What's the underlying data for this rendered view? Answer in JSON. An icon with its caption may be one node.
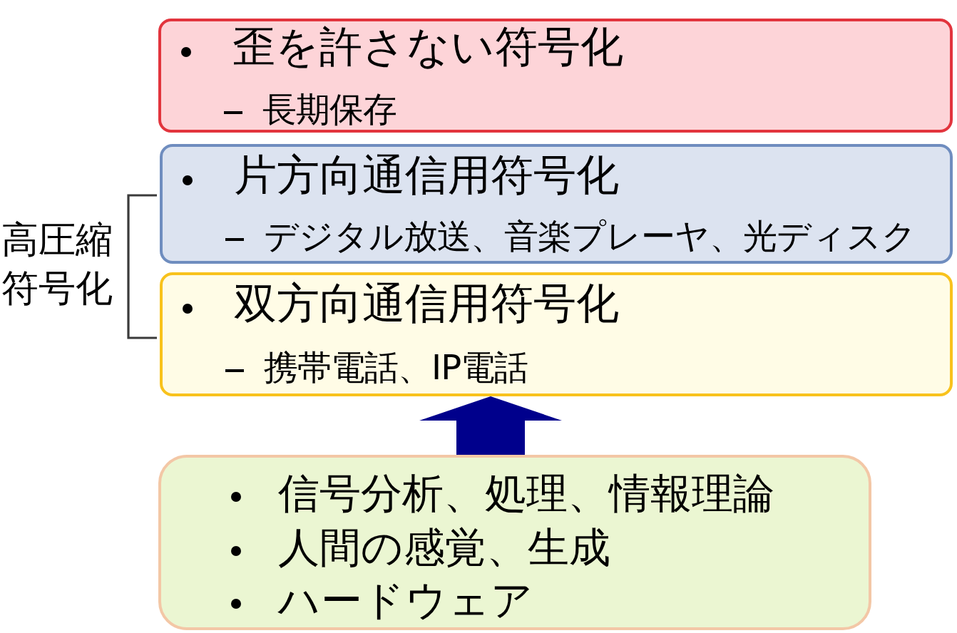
{
  "diagram": {
    "nodes": [
      {
        "text": [
          "歪を許さない符号化",
          "長期保存"
        ]
      },
      {
        "text": [
          "片方向通信用符号化",
          "デジタル放送、音楽プレーヤ、光ディスク"
        ]
      },
      {
        "text": [
          "双方向通信用符号化",
          "携帯電話、IP電話"
        ]
      },
      {
        "text": [
          "信号分析、処理、情報理論",
          "人間の感覚、生成",
          "ハードウェア"
        ]
      }
    ],
    "edges": [
      {
        "from": 3,
        "to": 2,
        "arrow": "to"
      }
    ],
    "labels": [
      "高圧縮符号化"
    ]
  }
}
